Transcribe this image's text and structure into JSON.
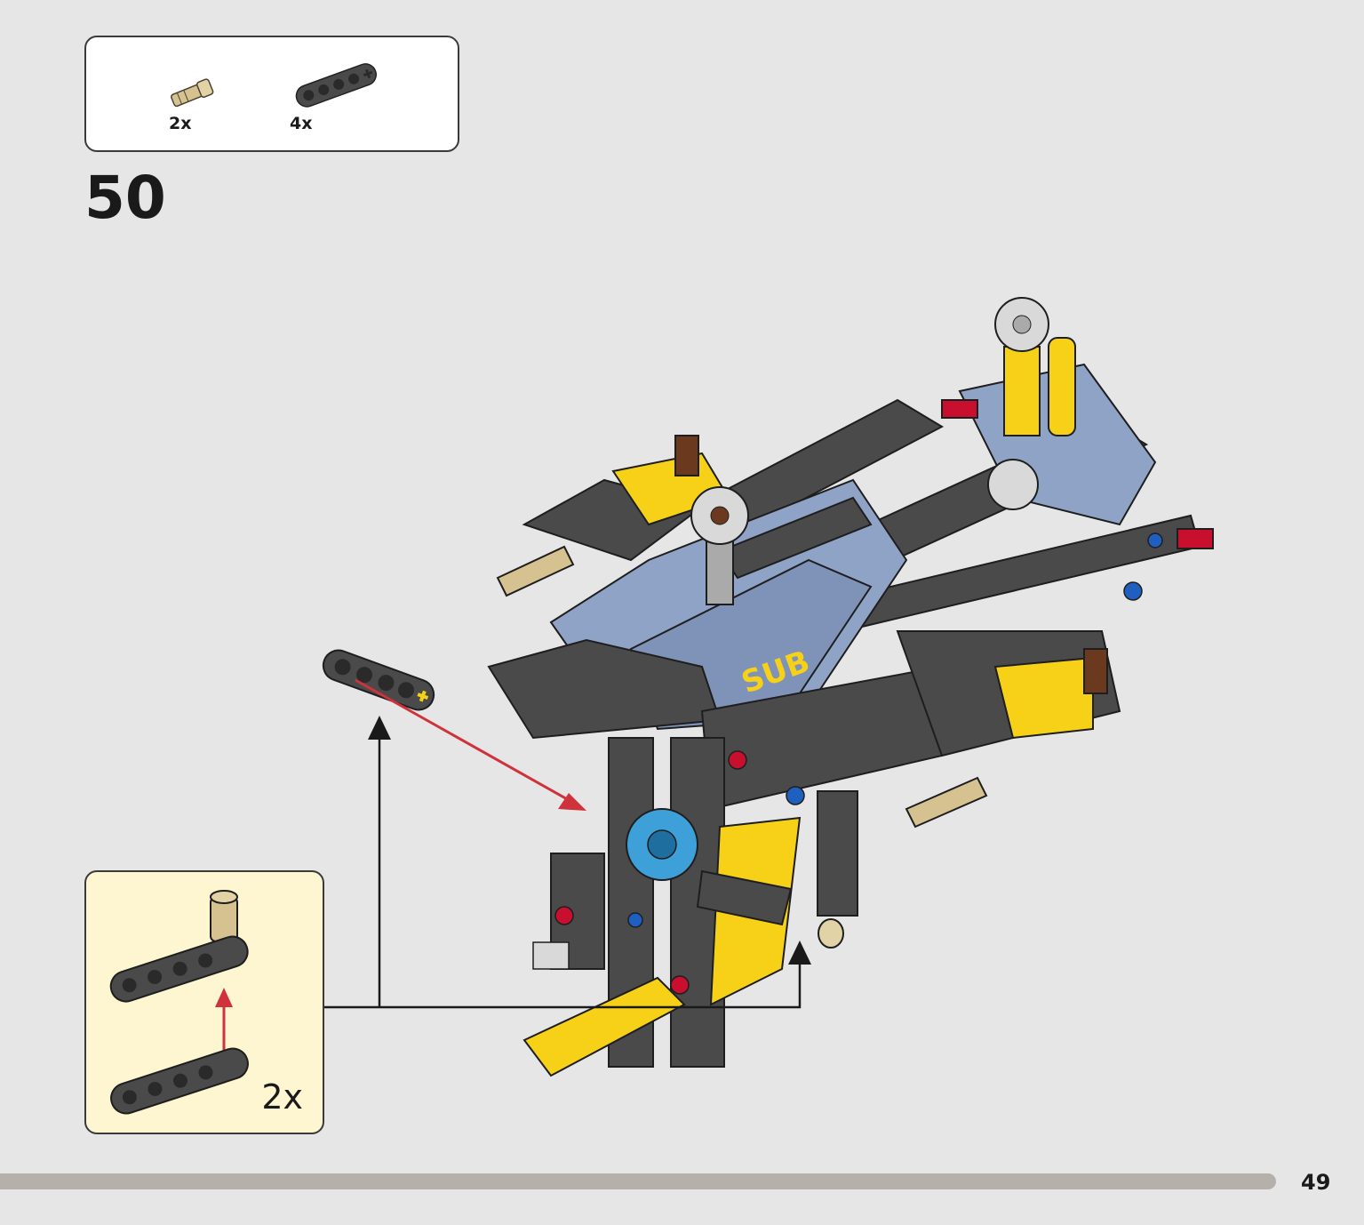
{
  "parts_list": {
    "items": [
      {
        "part": "tan-connector-pin",
        "count": "2x"
      },
      {
        "part": "dark-gray-liftarm",
        "count": "4x"
      }
    ]
  },
  "step": {
    "number": "50"
  },
  "subassembly": {
    "count": "2x"
  },
  "footer": {
    "page_number": "49"
  },
  "colors": {
    "background": "#e6e6e6",
    "dark_gray": "#4a4a4a",
    "light_blue_gray": "#8fa3c6",
    "yellow": "#f7d117",
    "tan": "#d6c290",
    "red": "#c8102e",
    "arrow_red": "#d0323c",
    "callout_bg": "#fdf6d0"
  }
}
